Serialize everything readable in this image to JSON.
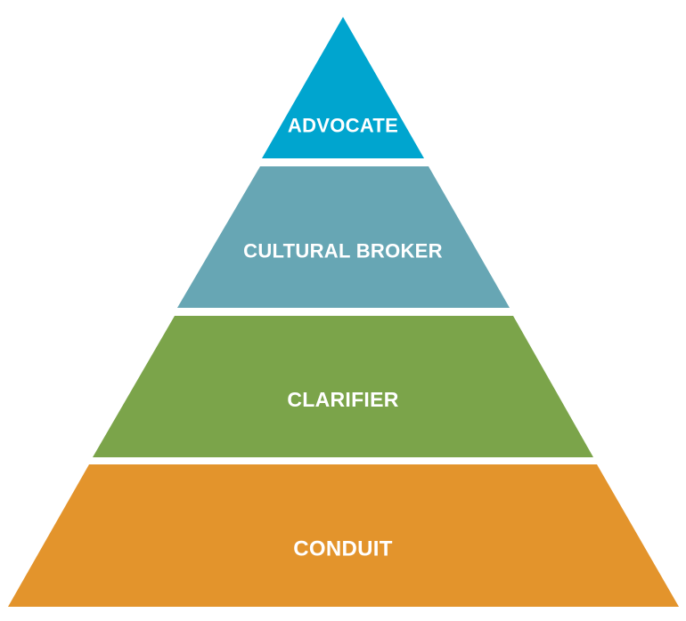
{
  "pyramid": {
    "tiers": [
      {
        "label": "ADVOCATE",
        "color": "#00A5CF"
      },
      {
        "label": "CULTURAL BROKER",
        "color": "#67A6B4"
      },
      {
        "label": "CLARIFIER",
        "color": "#7BA44A"
      },
      {
        "label": "CONDUIT",
        "color": "#E3942C"
      }
    ]
  }
}
